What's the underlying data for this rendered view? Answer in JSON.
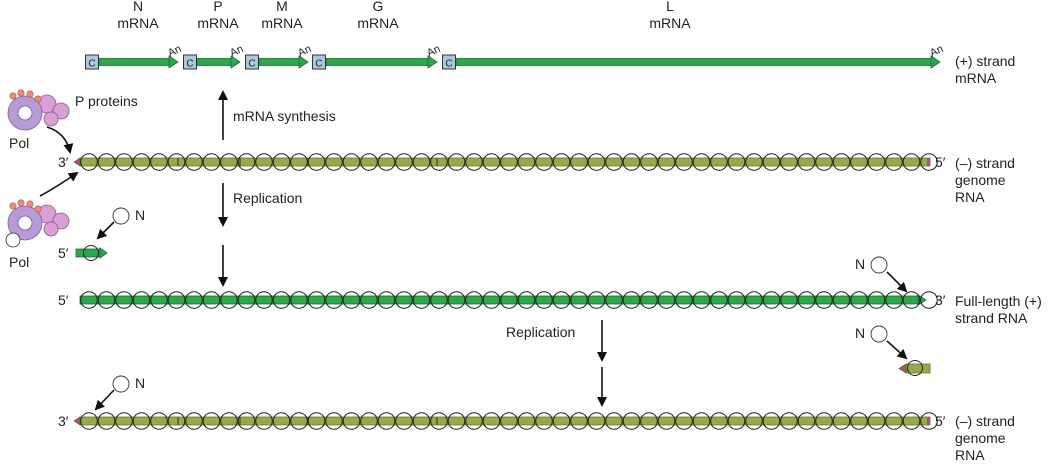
{
  "colors": {
    "plus_strand": "#2aa84a",
    "minus_strand": "#9aa84c",
    "cap_box": "#a7c8dd",
    "polymerase": "#b79ad6",
    "p_protein": "#d9a0d8",
    "p_dot": "#f08a7a",
    "n_protein_fill": "#ffffff",
    "n_protein_stroke": "#333333",
    "arrow": "#111111",
    "end_mark": "#a05a6a"
  },
  "mrna_labels": {
    "n": [
      "N",
      "mRNA"
    ],
    "p": [
      "P",
      "mRNA"
    ],
    "m": [
      "M",
      "mRNA"
    ],
    "g": [
      "G",
      "mRNA"
    ],
    "l": [
      "L",
      "mRNA"
    ]
  },
  "cap_label": "C",
  "polya_label": "An",
  "strand_labels": {
    "plus_mrna": [
      "(+) strand",
      "mRNA"
    ],
    "minus_genome_top": [
      "(–) strand",
      "genome",
      "RNA"
    ],
    "full_length_plus": [
      "Full-length (+)",
      "strand RNA"
    ],
    "minus_genome_bottom": [
      "(–) strand",
      "genome",
      "RNA"
    ]
  },
  "ends": {
    "three_prime": "3′",
    "five_prime": "5′"
  },
  "proteins": {
    "p_proteins": "P proteins",
    "pol": "Pol",
    "n": "N"
  },
  "process_labels": {
    "mrna_synthesis": "mRNA synthesis",
    "replication_left": "Replication",
    "replication_right": "Replication"
  }
}
